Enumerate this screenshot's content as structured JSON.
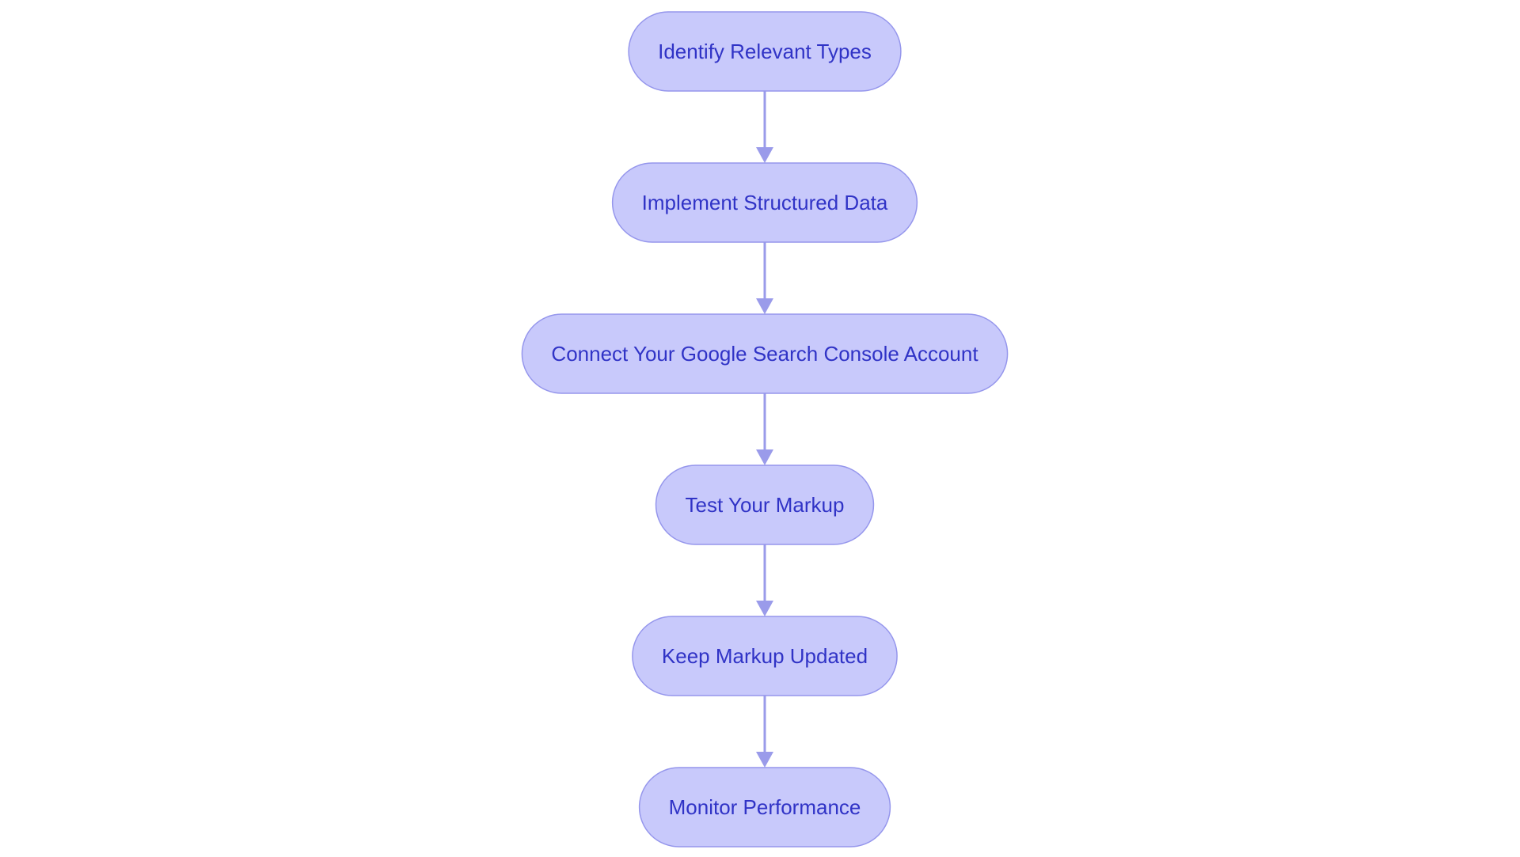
{
  "diagram": {
    "type": "flowchart",
    "direction": "top-to-bottom",
    "colors": {
      "node_fill": "#c8c9fb",
      "node_border": "#9596ec",
      "node_text": "#3033c6",
      "edge": "#9a9bea",
      "background": "#ffffff"
    },
    "nodes": [
      {
        "id": "identify",
        "label": "Identify Relevant Types"
      },
      {
        "id": "implement",
        "label": "Implement Structured Data"
      },
      {
        "id": "connect",
        "label": "Connect Your Google Search Console Account"
      },
      {
        "id": "test",
        "label": "Test Your Markup"
      },
      {
        "id": "keep",
        "label": "Keep Markup Updated"
      },
      {
        "id": "monitor",
        "label": "Monitor Performance"
      }
    ],
    "edges": [
      {
        "from": "identify",
        "to": "implement"
      },
      {
        "from": "implement",
        "to": "connect"
      },
      {
        "from": "connect",
        "to": "test"
      },
      {
        "from": "test",
        "to": "keep"
      },
      {
        "from": "keep",
        "to": "monitor"
      }
    ]
  }
}
